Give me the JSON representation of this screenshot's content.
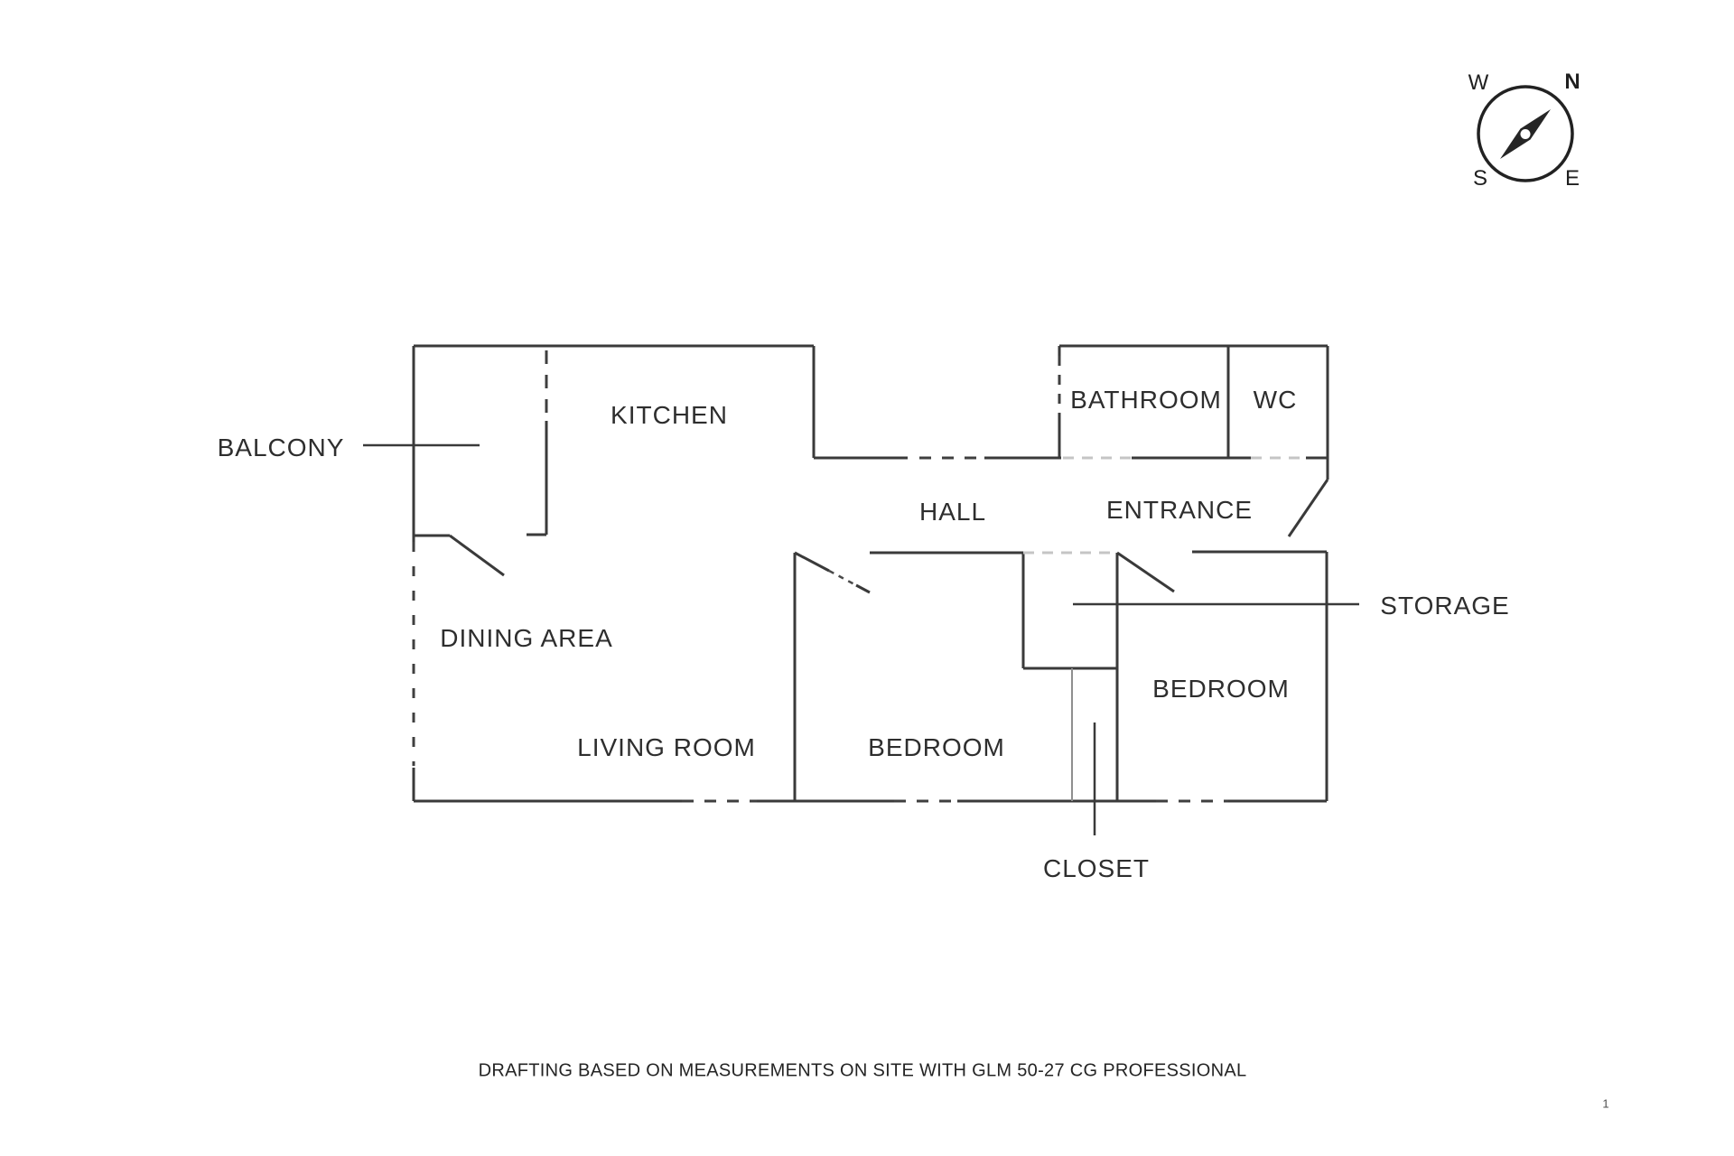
{
  "compass": {
    "n": "N",
    "e": "E",
    "s": "S",
    "w": "W"
  },
  "rooms": {
    "balcony": {
      "label": "BALCONY"
    },
    "kitchen": {
      "label": "KITCHEN"
    },
    "bathroom": {
      "label": "BATHROOM"
    },
    "wc": {
      "label": "WC"
    },
    "hall": {
      "label": "HALL"
    },
    "entrance": {
      "label": "ENTRANCE"
    },
    "dining_area": {
      "label": "DINING AREA"
    },
    "storage": {
      "label": "STORAGE"
    },
    "bedroom_right": {
      "label": "BEDROOM"
    },
    "living_room": {
      "label": "LIVING ROOM"
    },
    "bedroom_middle": {
      "label": "BEDROOM"
    },
    "closet": {
      "label": "CLOSET"
    }
  },
  "footer": {
    "drafting_note": "DRAFTING BASED ON MEASUREMENTS ON SITE WITH GLM 50-27 CG PROFESSIONAL",
    "page_number": "1"
  },
  "colors": {
    "wall_line": "#3a3a3a",
    "light_opening_line": "#c5c5c5",
    "text": "#2e2e2e"
  }
}
